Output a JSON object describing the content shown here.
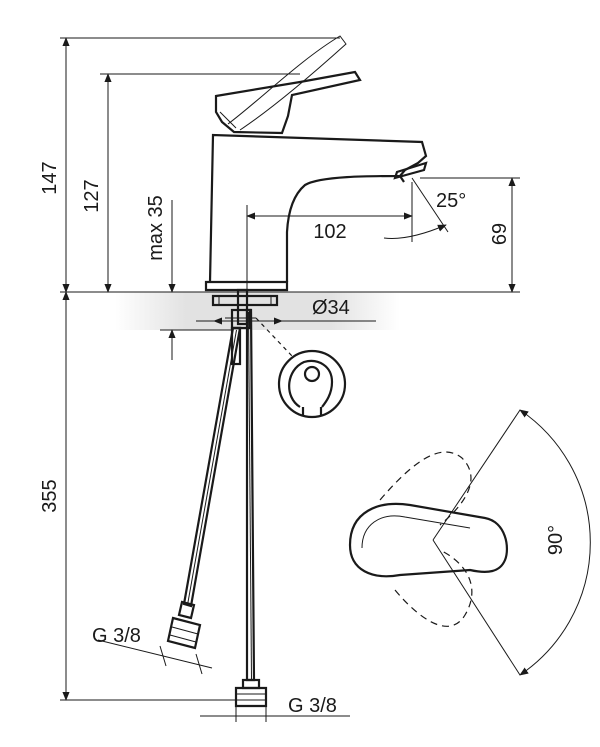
{
  "dimensions": {
    "total_height": "147",
    "spout_height": "127",
    "max_deck": "max 35",
    "reach": "102",
    "spout_clearance": "69",
    "angle_spout": "25°",
    "hole_diameter": "Ø34",
    "hose_length": "355",
    "thread_left": "G 3/8",
    "thread_right": "G 3/8",
    "lever_rotation": "90°"
  }
}
